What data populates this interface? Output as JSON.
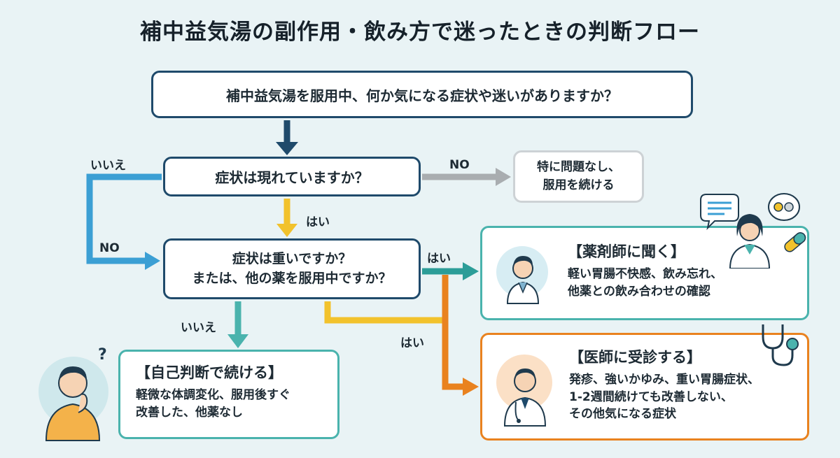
{
  "title": "補中益気湯の副作用・飲み方で迷ったときの判断フロー",
  "nodes": {
    "main_question": "補中益気湯を服用中、何か気になる症状や迷いがありますか？",
    "symptom_question": "症状は現れていますか？",
    "severity_question_line1": "症状は重いですか？",
    "severity_question_line2": "または、他の薬を服用中ですか？",
    "no_problem_line1": "特に問題なし、",
    "no_problem_line2": "服用を続ける",
    "pharmacist_title": "【薬剤師に聞く】",
    "pharmacist_line1": "軽い胃腸不快感、飲み忘れ、",
    "pharmacist_line2": "他薬との飲み合わせの確認",
    "doctor_title": "【医師に受診する】",
    "doctor_line1": "発疹、強いかゆみ、重い胃腸症状、",
    "doctor_line2": "1-2週間続けても改善しない、",
    "doctor_line3": "その他気になる症状",
    "self_title": "【自己判断で続ける】",
    "self_line1": "軽微な体調変化、服用後すぐ",
    "self_line2": "改善した、他薬なし"
  },
  "labels": {
    "iie_top": "いいえ",
    "no_right": "NO",
    "hai_mid": "はい",
    "no_left": "NO",
    "hai_right": "はい",
    "iie_bottom": "いいえ",
    "hai_lower": "はい"
  },
  "colors": {
    "navy": "#1f4a6b",
    "teal": "#4ab3ad",
    "blue": "#3b9fd4",
    "gray": "#a9adb0",
    "yellow": "#f2c22c",
    "orange": "#e9821f"
  },
  "icons": [
    "pharmacist-icon",
    "speech-bubble-icon",
    "pill-bubble-icon",
    "capsule-icon",
    "doctor-icon",
    "stethoscope-icon",
    "thinking-person-icon",
    "question-mark-icon"
  ]
}
